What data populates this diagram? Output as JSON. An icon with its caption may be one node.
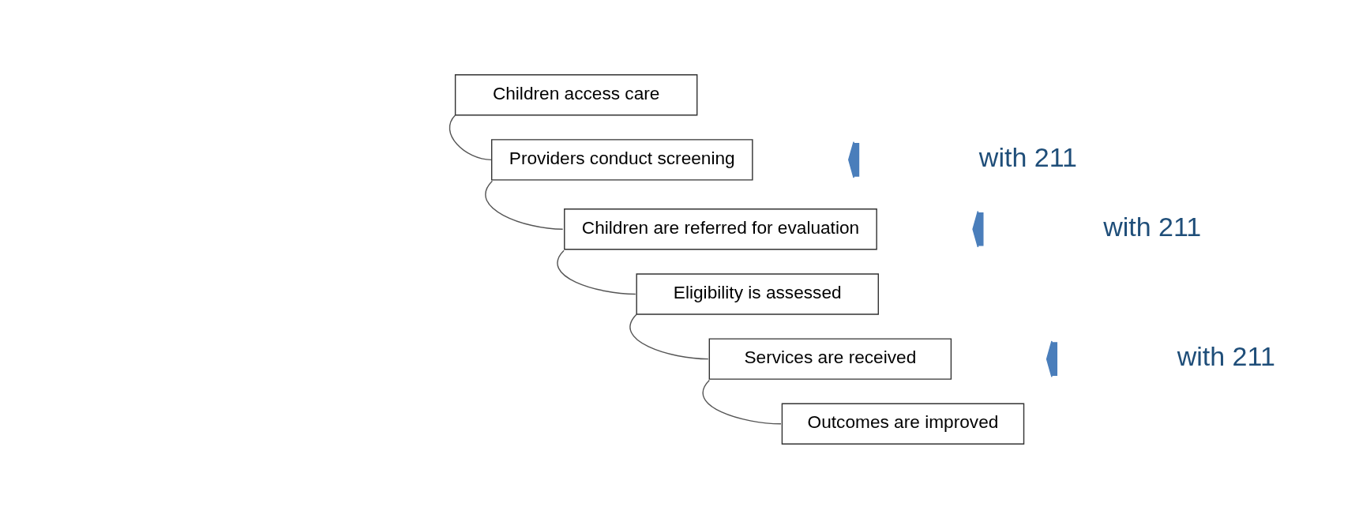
{
  "diagram": {
    "nodes": [
      {
        "text": [
          "Children access care"
        ]
      },
      {
        "text": [
          "Providers conduct screening"
        ]
      },
      {
        "text": [
          "Children are referred for evaluation"
        ]
      },
      {
        "text": [
          "Eligibility is assessed"
        ]
      },
      {
        "text": [
          "Services are received"
        ]
      },
      {
        "text": [
          "Outcomes are improved"
        ]
      }
    ],
    "edges": [
      {
        "from": 0,
        "to": 1,
        "arrow": "none"
      },
      {
        "from": 1,
        "to": 2,
        "arrow": "none"
      },
      {
        "from": 2,
        "to": 3,
        "arrow": "none"
      },
      {
        "from": 3,
        "to": 4,
        "arrow": "none"
      },
      {
        "from": 4,
        "to": 5,
        "arrow": "none"
      }
    ],
    "labels": [
      "with 211",
      "with 211",
      "with 211"
    ]
  }
}
